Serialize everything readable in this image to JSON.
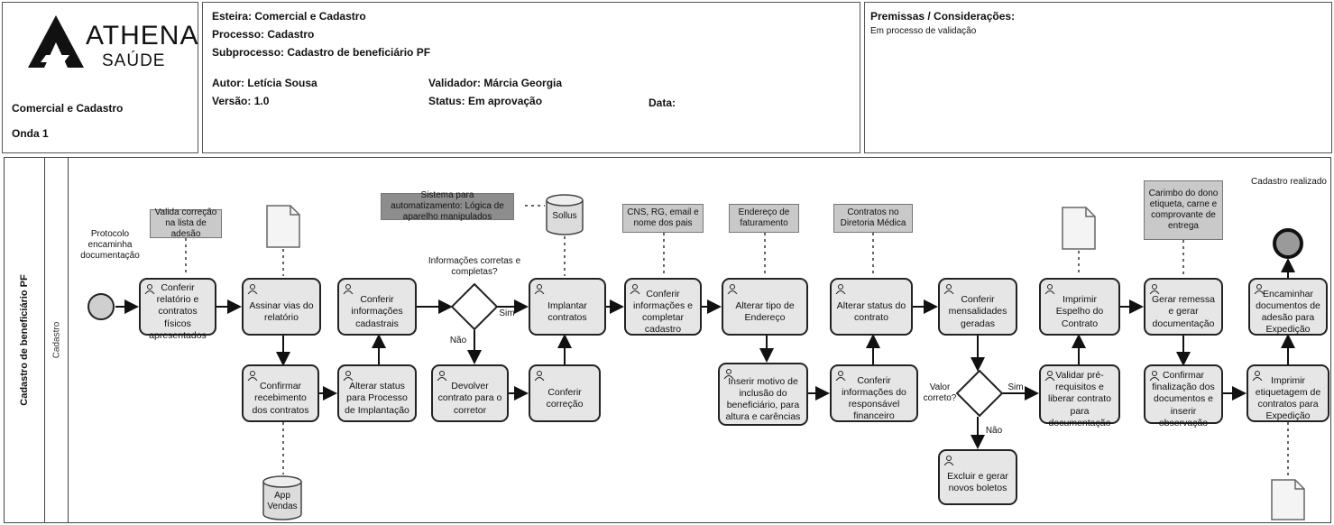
{
  "header": {
    "logo_name": "ATHENA",
    "logo_sub": "SAÚDE",
    "area": "Comercial e Cadastro",
    "wave": "Onda 1",
    "esteira": "Esteira: Comercial e Cadastro",
    "processo": "Processo: Cadastro",
    "subprocesso": "Subprocesso: Cadastro de beneficiário PF",
    "autor": "Autor: Letícia Sousa",
    "versao": "Versão: 1.0",
    "validador": "Validador: Márcia Georgia",
    "status": "Status: Em aprovação",
    "data": "Data:",
    "premissas_title": "Premissas / Considerações:",
    "premissas_text": "Em processo de validação"
  },
  "pool": {
    "name": "Cadastro de beneficiário PF",
    "lane": "Cadastro"
  },
  "events": {
    "start_label": "Protocolo encaminha documentação",
    "end_label": "Cadastro realizado"
  },
  "notes": {
    "n1": "Valida correção na lista de adesão",
    "n2": "Sistema para automatizamento: Lógica de aparelho manipulados",
    "n3": "CNS, RG, email e nome dos pais",
    "n4": "Endereço de faturamento",
    "n5": "Contratos no Diretoria Médica",
    "n6": "Carimbo do dono etiqueta, carne e comprovante de entrega"
  },
  "tasks": {
    "t1": "Conferir relatório e contratos físicos apresentados",
    "t2": "Assinar vias do relatório",
    "t3": "Confirmar recebimento dos contratos",
    "t4": "Conferir informações cadastrais",
    "t5": "Alterar status para Processo de Implantação",
    "t6": "Devolver contrato para o corretor",
    "t7": "Implantar contratos",
    "t8": "Conferir correção",
    "t9": "Conferir informações e completar cadastro",
    "t10": "Alterar tipo de Endereço",
    "t11": "Inserir motivo de inclusão do beneficiário, para altura e carências",
    "t12": "Alterar status do contrato",
    "t13": "Conferir informações do responsável financeiro",
    "t14": "Conferir mensalidades geradas",
    "t15": "Excluir e gerar novos boletos",
    "t16": "Imprimir Espelho do Contrato",
    "t17": "Validar pré-requisitos e liberar contrato para documentação",
    "t18": "Gerar remessa e gerar documentação",
    "t19": "Confirmar finalização dos documentos e inserir observação",
    "t20": "Encaminhar documentos de adesão para Expedição",
    "t21": "Imprimir etiquetagem de contratos para Expedição"
  },
  "gateways": {
    "g1_label": "Informações corretas e completas?",
    "g1_yes": "Sim",
    "g1_no": "Não",
    "g2_label": "Valor correto?",
    "g2_yes": "Sim",
    "g2_no": "Não"
  },
  "data_stores": {
    "ds1": "Sollus",
    "ds2": "App Vendas"
  }
}
